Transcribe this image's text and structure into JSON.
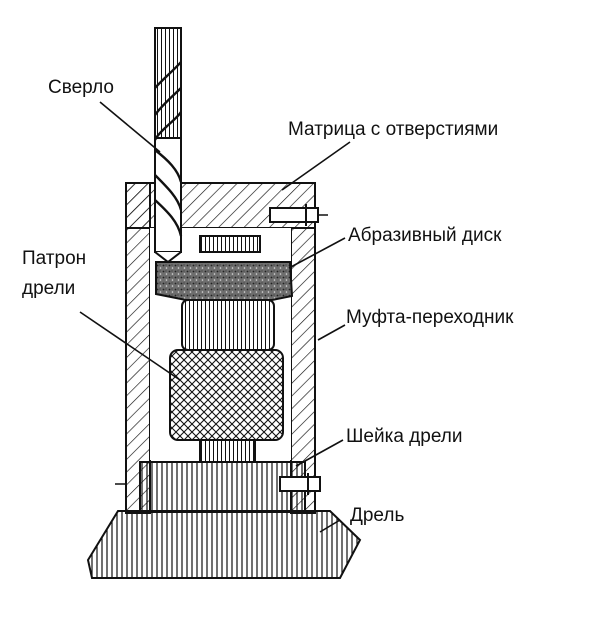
{
  "labels": {
    "drill_bit": "Сверло",
    "matrix": "Матрица с отверстиями",
    "abrasive_disc": "Абразивный диск",
    "chuck_line1": "Патрон",
    "chuck_line2": "дрели",
    "coupling": "Муфта-переходник",
    "drill_neck": "Шейка дрели",
    "drill": "Дрель"
  },
  "colors": {
    "ink": "#111111",
    "paper": "#ffffff",
    "disc_fill": "#6e6e6e"
  }
}
